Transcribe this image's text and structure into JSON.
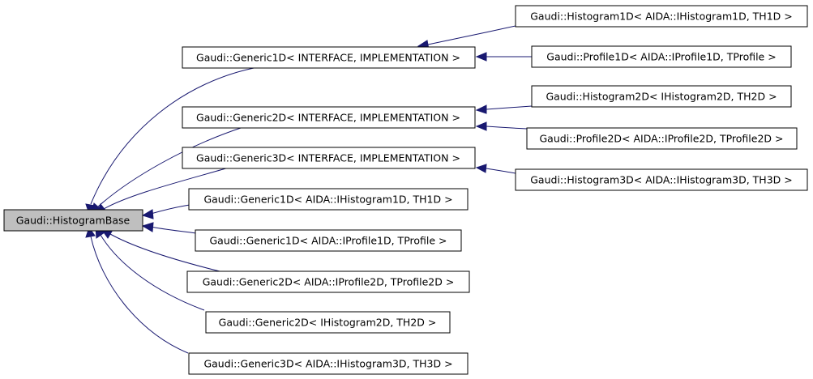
{
  "colors": {
    "edge": "#191970",
    "root_fill": "#bfbfbf",
    "node_fill": "#ffffff",
    "border": "#000000"
  },
  "nodes": {
    "histogram_base": "Gaudi::HistogramBase",
    "generic1d_iface": "Gaudi::Generic1D< INTERFACE, IMPLEMENTATION >",
    "generic2d_iface": "Gaudi::Generic2D< INTERFACE, IMPLEMENTATION >",
    "generic3d_iface": "Gaudi::Generic3D< INTERFACE, IMPLEMENTATION >",
    "generic1d_h1d": "Gaudi::Generic1D< AIDA::IHistogram1D, TH1D >",
    "generic1d_prof": "Gaudi::Generic1D< AIDA::IProfile1D, TProfile >",
    "generic2d_prof": "Gaudi::Generic2D< AIDA::IProfile2D, TProfile2D >",
    "generic2d_h2d": "Gaudi::Generic2D< IHistogram2D, TH2D >",
    "generic3d_h3d": "Gaudi::Generic3D< AIDA::IHistogram3D, TH3D >",
    "histogram1d": "Gaudi::Histogram1D< AIDA::IHistogram1D, TH1D >",
    "profile1d": "Gaudi::Profile1D< AIDA::IProfile1D, TProfile >",
    "histogram2d": "Gaudi::Histogram2D< IHistogram2D, TH2D >",
    "profile2d": "Gaudi::Profile2D< AIDA::IProfile2D, TProfile2D >",
    "histogram3d": "Gaudi::Histogram3D< AIDA::IHistogram3D, TH3D >"
  },
  "edges": [
    {
      "from": "generic1d_iface",
      "to": "histogram_base"
    },
    {
      "from": "generic2d_iface",
      "to": "histogram_base"
    },
    {
      "from": "generic3d_iface",
      "to": "histogram_base"
    },
    {
      "from": "generic1d_h1d",
      "to": "histogram_base"
    },
    {
      "from": "generic1d_prof",
      "to": "histogram_base"
    },
    {
      "from": "generic2d_prof",
      "to": "histogram_base"
    },
    {
      "from": "generic2d_h2d",
      "to": "histogram_base"
    },
    {
      "from": "generic3d_h3d",
      "to": "histogram_base"
    },
    {
      "from": "histogram1d",
      "to": "generic1d_iface"
    },
    {
      "from": "profile1d",
      "to": "generic1d_iface"
    },
    {
      "from": "histogram2d",
      "to": "generic2d_iface"
    },
    {
      "from": "profile2d",
      "to": "generic2d_iface"
    },
    {
      "from": "histogram3d",
      "to": "generic3d_iface"
    }
  ]
}
